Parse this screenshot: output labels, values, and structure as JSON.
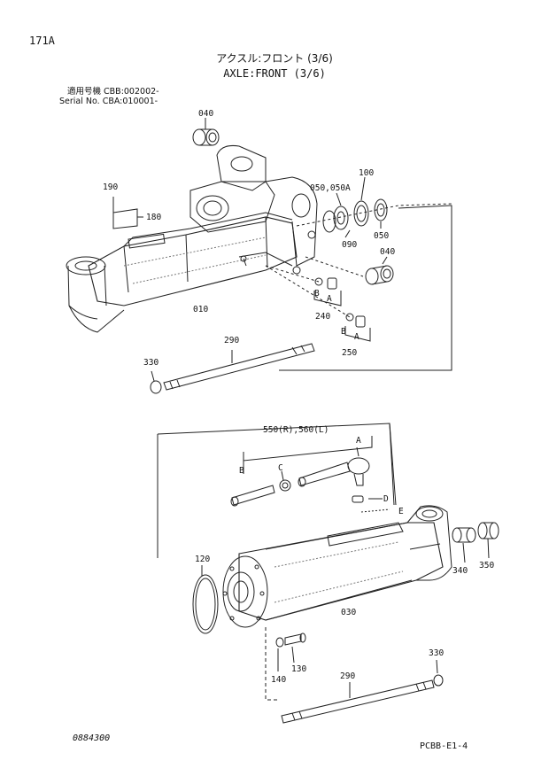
{
  "header": {
    "page_number": "171A",
    "title_jp": "アクスル:フロント (3/6)",
    "title_en": "AXLE:FRONT (3/6)",
    "serial_line1": "適用号機 CBB:002002-",
    "serial_line2": "Serial No. CBA:010001-"
  },
  "callouts": {
    "p040a": "040",
    "p190": "190",
    "p180": "180",
    "p050": "050,050A",
    "p100": "100",
    "p090": "090",
    "p050b": "050",
    "p040b": "040",
    "p010": "010",
    "p240": "240",
    "p250": "250",
    "p290a": "290",
    "p330a": "330",
    "p550": "550(R),560(L)",
    "p120": "120",
    "p030": "030",
    "p340": "340",
    "p350": "350",
    "p130": "130",
    "p140": "140",
    "p330b": "330",
    "p290b": "290"
  },
  "letters": {
    "a": "A",
    "b": "B",
    "c": "C",
    "d": "D",
    "e": "E"
  },
  "footer": {
    "left_code": "0884300",
    "right_code": "PCBB-E1-4"
  }
}
